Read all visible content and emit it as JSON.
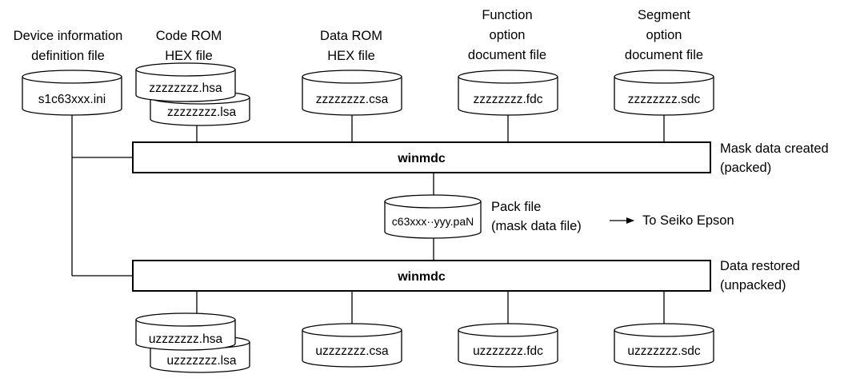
{
  "top_labels": {
    "device_info": [
      "Device information",
      "definition file"
    ],
    "code_rom": [
      "Code ROM",
      "HEX file"
    ],
    "data_rom": [
      "Data ROM",
      "HEX file"
    ],
    "function_option": [
      "Function",
      "option",
      "document file"
    ],
    "segment_option": [
      "Segment",
      "option",
      "document file"
    ]
  },
  "input_files": {
    "ini": "s1c63xxx.ini",
    "hsa": "zzzzzzzz.hsa",
    "lsa": "zzzzzzzz.lsa",
    "csa": "zzzzzzzz.csa",
    "fdc": "zzzzzzzz.fdc",
    "sdc": "zzzzzzzz.sdc"
  },
  "pack_box": {
    "label": "winmdc",
    "side_note": [
      "Mask data created",
      "(packed)"
    ]
  },
  "pack_file": {
    "filename": "c63xxx··yyy.paN",
    "label": [
      "Pack file",
      "(mask data file)"
    ],
    "destination": "To Seiko Epson"
  },
  "unpack_box": {
    "label": "winmdc",
    "side_note": [
      "Data restored",
      "(unpacked)"
    ]
  },
  "output_files": {
    "hsa": "uzzzzzzz.hsa",
    "lsa": "uzzzzzzz.lsa",
    "csa": "uzzzzzzz.csa",
    "fdc": "uzzzzzzz.fdc",
    "sdc": "uzzzzzzz.sdc"
  }
}
